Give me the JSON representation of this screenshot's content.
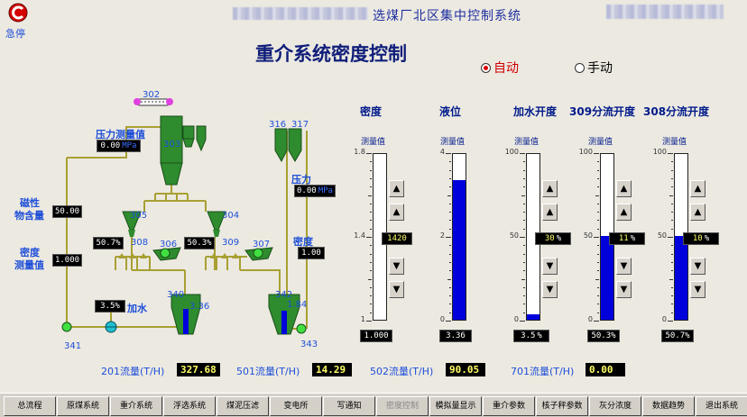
{
  "header": {
    "estop_label": "急停",
    "system_title": "选煤厂北区集中控制系统",
    "page_title": "重介系统密度控制"
  },
  "mode": {
    "auto_label": "自动",
    "manual_label": "手动",
    "selected": "auto"
  },
  "process": {
    "tag_302": "302",
    "tag_303": "303",
    "tag_304": "304",
    "tag_305": "305",
    "tag_306": "306",
    "tag_307": "307",
    "tag_308": "308",
    "tag_309": "309",
    "tag_316": "316",
    "tag_317": "317",
    "tag_340": "340",
    "tag_341": "341",
    "tag_342": "342",
    "tag_343": "343",
    "pressure_label": "压力测量值",
    "pressure_value": "0.00",
    "pressure_unit": "MPa",
    "magnetic_label_1": "磁性",
    "magnetic_label_2": "物含量",
    "magnetic_value": "50.00",
    "density_label_1": "密度",
    "density_label_2": "测量值",
    "density_value": "1.000",
    "split_308": "50.7%",
    "split_309": "50.3%",
    "water_value": "3.5%",
    "water_label": "加水",
    "level_340": "3.36",
    "level_342": "1.84",
    "pressure2_label": "压力",
    "pressure2_value": "0.00",
    "pressure2_unit": "MPa",
    "density2_label": "密度",
    "density2_value": "1.00"
  },
  "gauges": [
    {
      "title": "密度",
      "sub": "测量值",
      "ticks": [
        "1.8",
        "1.4",
        "1"
      ],
      "fraction": 0.0,
      "setpoint": "1420",
      "reading": "1.000",
      "has_buttons": true
    },
    {
      "title": "液位",
      "sub": "测量值",
      "ticks": [
        "4",
        "2",
        "0"
      ],
      "fraction": 0.84,
      "setpoint": "",
      "reading": "3.36",
      "has_buttons": false
    },
    {
      "title": "加水开度",
      "sub": "测量值",
      "ticks": [
        "100",
        "50",
        "0"
      ],
      "fraction": 0.035,
      "setpoint": "30",
      "setpoint_unit": "%",
      "reading": "3.5",
      "reading_unit": "%",
      "has_buttons": true
    },
    {
      "title": "309分流开度",
      "sub": "测量值",
      "ticks": [
        "100",
        "50",
        "0"
      ],
      "fraction": 0.503,
      "setpoint": "11",
      "setpoint_unit": "%",
      "reading": "50.3%",
      "has_buttons": true
    },
    {
      "title": "308分流开度",
      "sub": "测量值",
      "ticks": [
        "100",
        "50",
        "0"
      ],
      "fraction": 0.507,
      "setpoint": "10",
      "setpoint_unit": "%",
      "reading": "50.7%",
      "has_buttons": true
    }
  ],
  "flows": [
    {
      "label": "201流量(T/H)",
      "value": "327.68"
    },
    {
      "label": "501流量(T/H)",
      "value": "14.29"
    },
    {
      "label": "502流量(T/H)",
      "value": "90.05"
    },
    {
      "label": "701流量(T/H)",
      "value": "0.00"
    }
  ],
  "nav": [
    "总流程",
    "原煤系统",
    "重介系统",
    "浮选系统",
    "煤泥压滤",
    "变电所",
    "写通知",
    "密度控制",
    "模拟量显示",
    "重介参数",
    "核子秤参数",
    "灰分浓度",
    "数据趋势",
    "退出系统"
  ],
  "colors": {
    "pipe": "#a8a032",
    "equipment": "#2e8b2e",
    "fill": "#0000dd",
    "accent": "#1e4fd8"
  }
}
